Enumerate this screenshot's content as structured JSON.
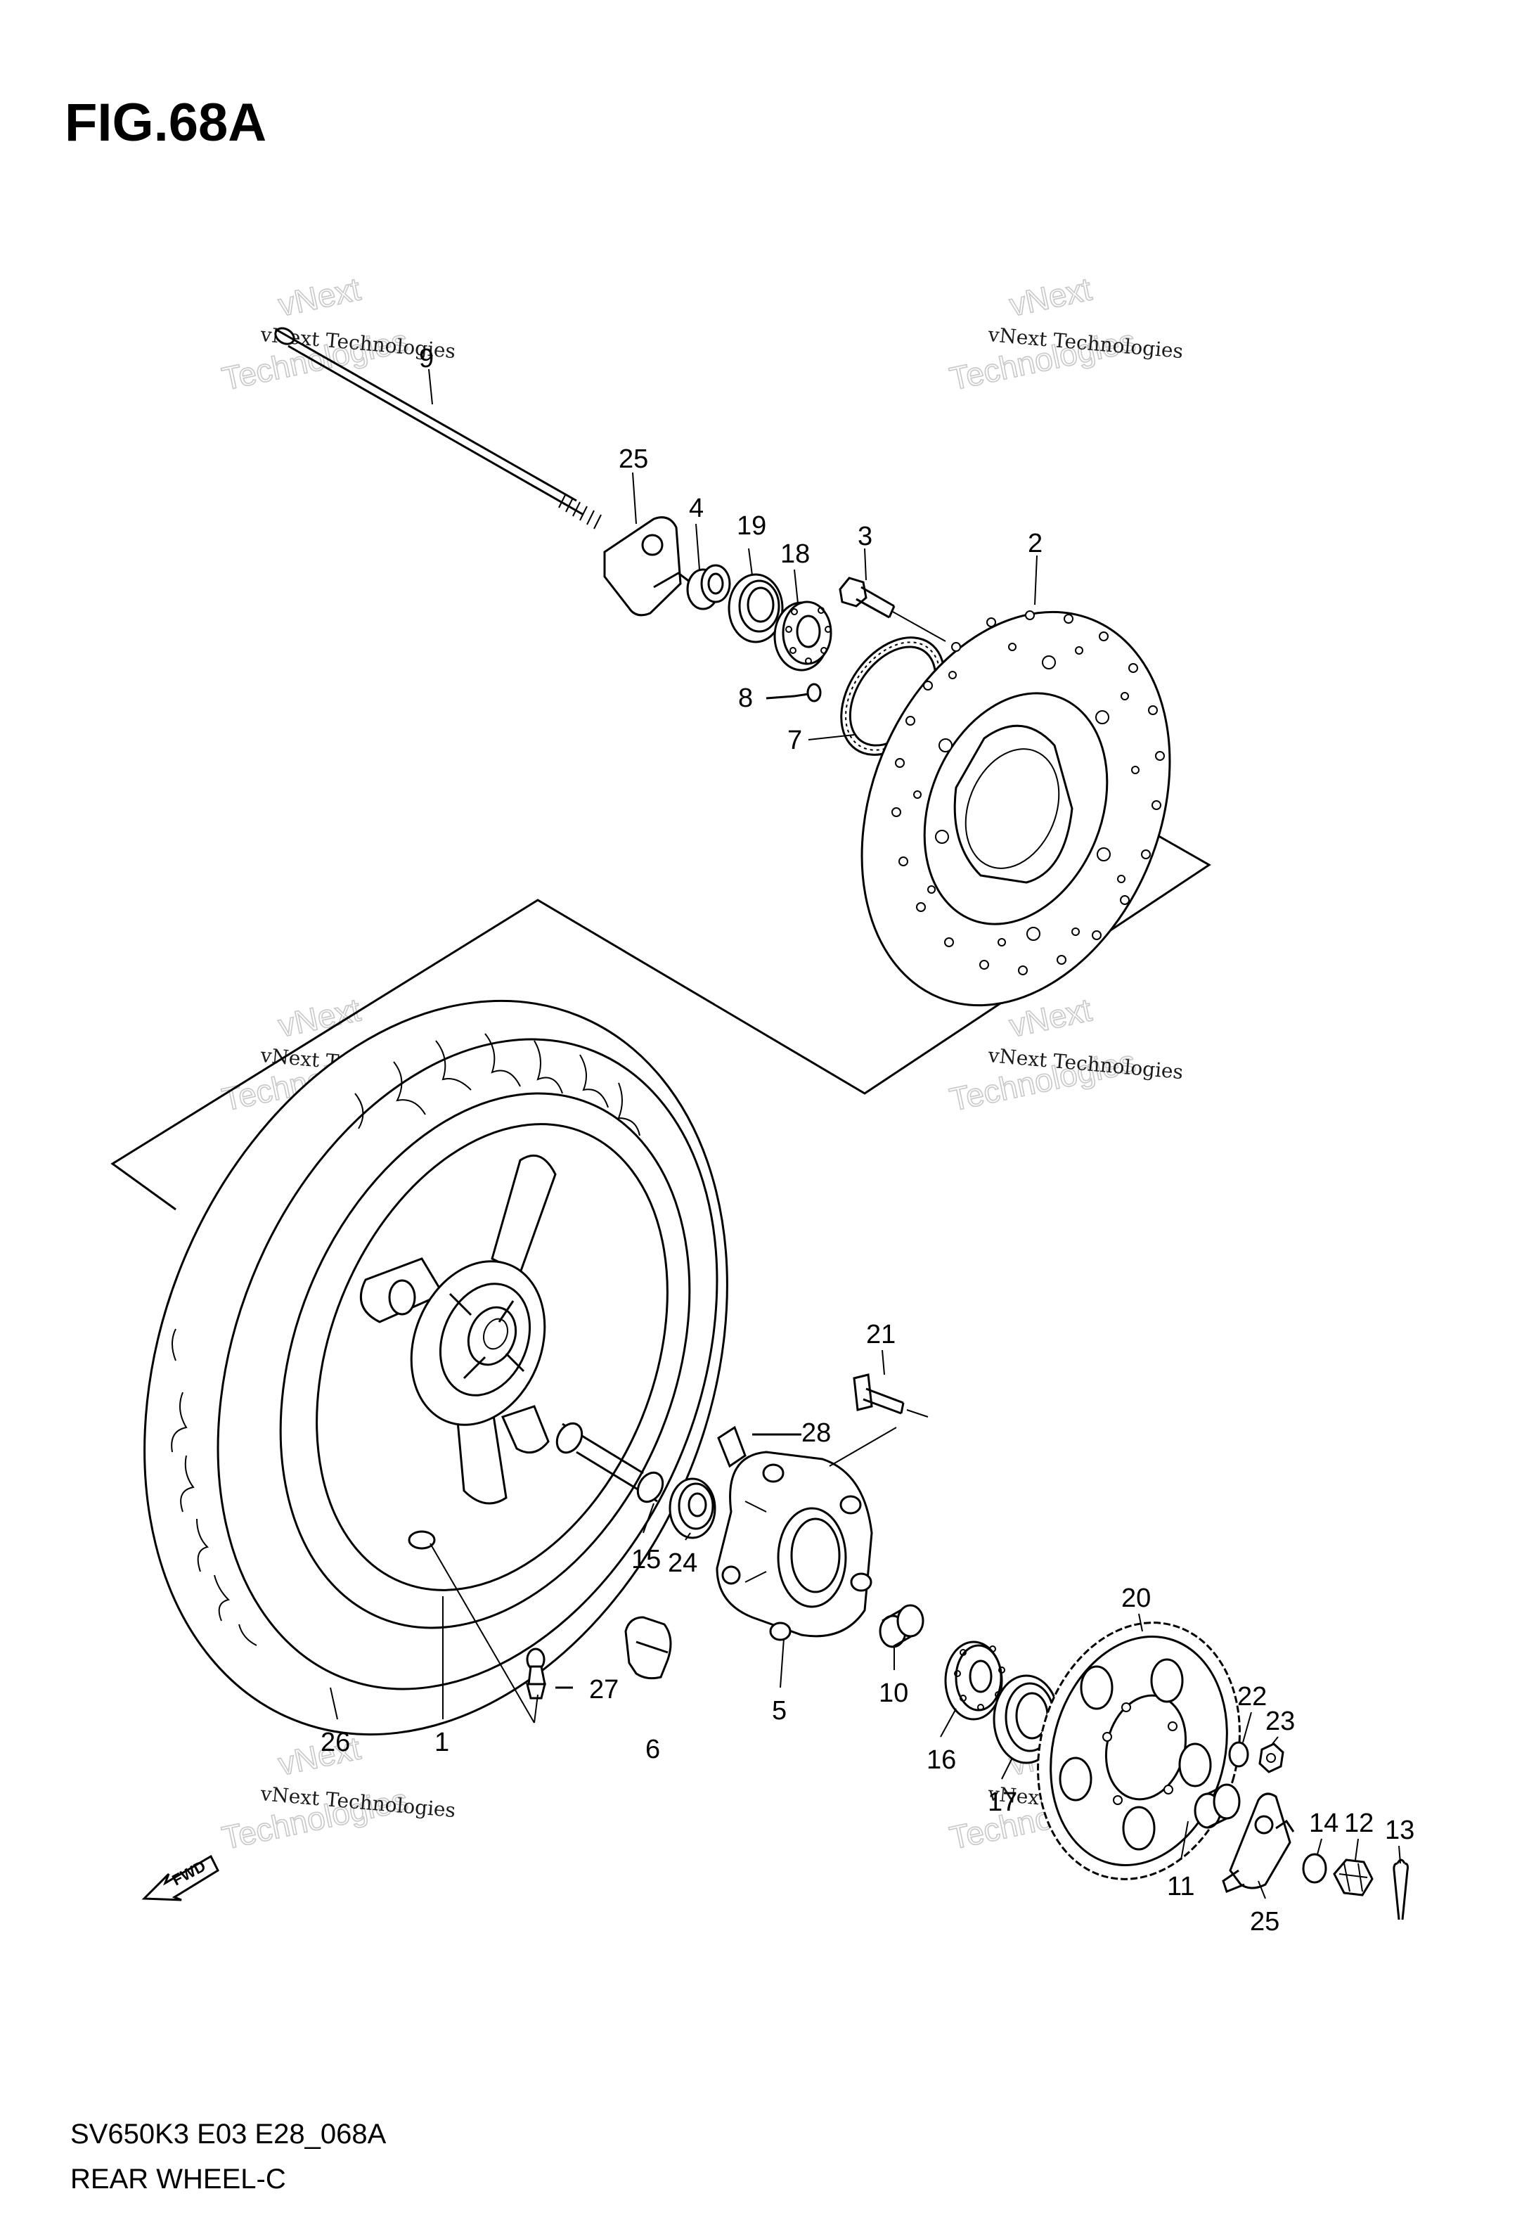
{
  "figure": {
    "title": "FIG.68A",
    "code": "SV650K3 E03 E28_068A",
    "name": "REAR WHEEL-C"
  },
  "fwd_label": "FWD",
  "watermark": {
    "line": "vNext Technologies",
    "big_top": "vNext",
    "big_bottom": "Technologies"
  },
  "callouts": [
    {
      "id": "c9",
      "label": "9",
      "part": "rear axle"
    },
    {
      "id": "c25a",
      "label": "25",
      "part": "axle adjuster plate (left)"
    },
    {
      "id": "c4",
      "label": "4",
      "part": "spacer"
    },
    {
      "id": "c19",
      "label": "19",
      "part": "oil seal"
    },
    {
      "id": "c18",
      "label": "18",
      "part": "bearing"
    },
    {
      "id": "c3",
      "label": "3",
      "part": "disc bolt"
    },
    {
      "id": "c2",
      "label": "2",
      "part": "brake disc"
    },
    {
      "id": "c8",
      "label": "8",
      "part": "screw"
    },
    {
      "id": "c7",
      "label": "7",
      "part": "sensor ring"
    },
    {
      "id": "c21",
      "label": "21",
      "part": "bolt"
    },
    {
      "id": "c28",
      "label": "28",
      "part": "pin"
    },
    {
      "id": "c15",
      "label": "15",
      "part": "spacer"
    },
    {
      "id": "c24",
      "label": "24",
      "part": "bearing"
    },
    {
      "id": "c5",
      "label": "5",
      "part": "sprocket mounting drum"
    },
    {
      "id": "c27",
      "label": "27",
      "part": "valve"
    },
    {
      "id": "c6",
      "label": "6",
      "part": "cushion"
    },
    {
      "id": "c10",
      "label": "10",
      "part": "spacer"
    },
    {
      "id": "c16",
      "label": "16",
      "part": "bearing"
    },
    {
      "id": "c17",
      "label": "17",
      "part": "oil seal"
    },
    {
      "id": "c20",
      "label": "20",
      "part": "rear sprocket"
    },
    {
      "id": "c22",
      "label": "22",
      "part": "washer"
    },
    {
      "id": "c23",
      "label": "23",
      "part": "nut"
    },
    {
      "id": "c14",
      "label": "14",
      "part": "washer"
    },
    {
      "id": "c12",
      "label": "12",
      "part": "axle nut"
    },
    {
      "id": "c13",
      "label": "13",
      "part": "cotter pin"
    },
    {
      "id": "c11",
      "label": "11",
      "part": "spacer"
    },
    {
      "id": "c25b",
      "label": "25",
      "part": "axle adjuster plate (right)"
    },
    {
      "id": "c26",
      "label": "26",
      "part": "tire"
    },
    {
      "id": "c1",
      "label": "1",
      "part": "rear wheel"
    }
  ]
}
